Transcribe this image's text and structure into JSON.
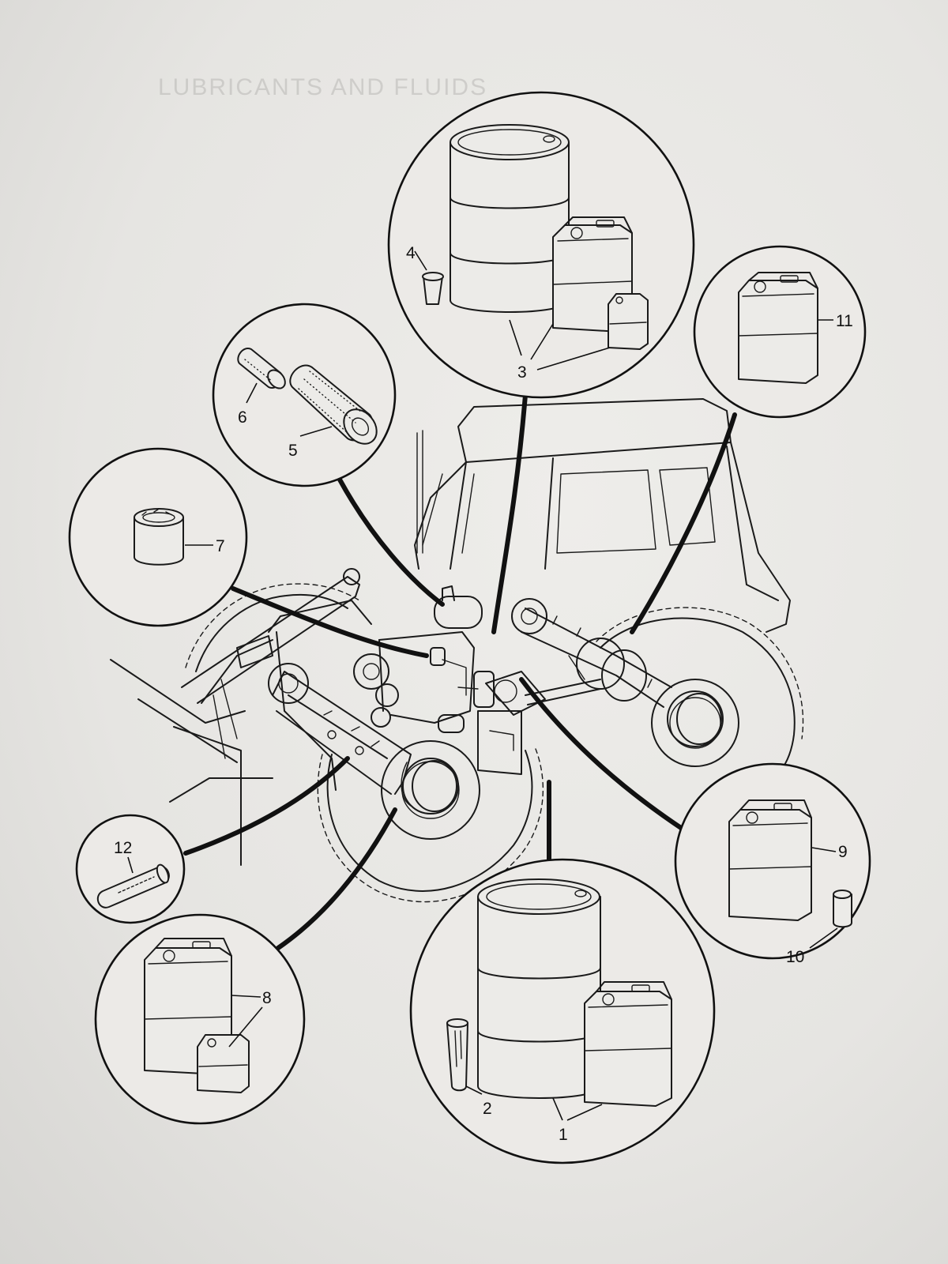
{
  "page": {
    "faint_header_text": "LUBRICANTS AND FLUIDS"
  },
  "labels": {
    "l1": "1",
    "l2": "2",
    "l3": "3",
    "l4": "4",
    "l5": "5",
    "l6": "6",
    "l7": "7",
    "l8": "8",
    "l9": "9",
    "l10": "10",
    "l11": "11",
    "l12": "12"
  },
  "icons": [
    "drum-icon",
    "oil-can-icon",
    "grease-tube-icon",
    "filter-icon",
    "air-filter-icon",
    "backhoe-loader-icon"
  ]
}
